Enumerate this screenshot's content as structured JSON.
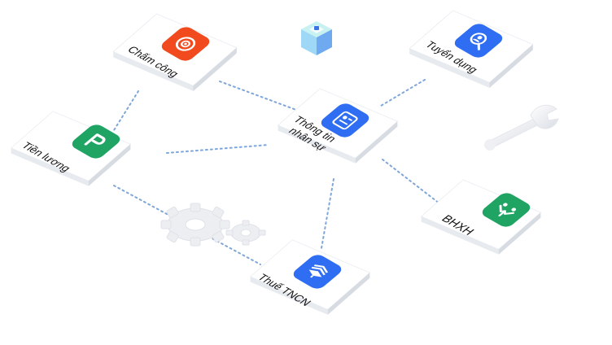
{
  "nodes": {
    "cham_cong": {
      "label": "Chấm công",
      "color": "#f04a1e"
    },
    "tuyen_dung": {
      "label": "Tuyển dụng",
      "color": "#2f6ef2"
    },
    "thong_tin": {
      "label_line1": "Thông tin",
      "label_line2": "nhân sự",
      "color": "#2f6ef2"
    },
    "tien_luong": {
      "label": "Tiền lương",
      "color": "#1fa463"
    },
    "bhxh": {
      "label": "BHXH",
      "color": "#1fa463"
    },
    "thue": {
      "label": "Thuế TNCN",
      "color": "#2f6ef2"
    }
  },
  "icons": {
    "cham_cong": "clock-check-icon",
    "tuyen_dung": "person-search-icon",
    "thong_tin": "id-card-icon",
    "tien_luong": "p-letter-icon",
    "bhxh": "people-icon",
    "thue": "stacked-layers-icon",
    "deco_wrench": "wrench-icon",
    "deco_gears": "gears-icon",
    "deco_cube": "cube-icon"
  },
  "connector_color": "#7fa6d8"
}
